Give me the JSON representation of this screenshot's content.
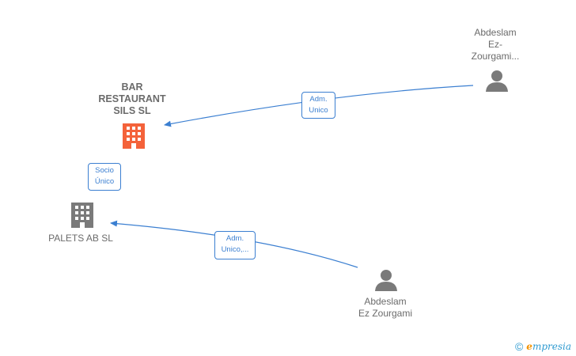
{
  "nodes": {
    "bar_restaurant": {
      "label": "BAR\nRESTAURANT\nSILS  SL",
      "type": "company",
      "color": "#f4623a"
    },
    "palets": {
      "label": "PALETS AB  SL",
      "type": "company",
      "color": "#7a7a7a"
    },
    "person_top": {
      "label": "Abdeslam\nEz-\nZourgami...",
      "type": "person",
      "color": "#7a7a7a"
    },
    "person_bottom": {
      "label": "Abdeslam\nEz Zourgami",
      "type": "person",
      "color": "#7a7a7a"
    }
  },
  "edges": {
    "top_adm": {
      "label": "Adm.\nUnico"
    },
    "socio": {
      "label": "Socio\nÚnico"
    },
    "bottom_adm": {
      "label": "Adm.\nUnico,..."
    }
  },
  "colors": {
    "edge": "#3b7fd1"
  },
  "footer": {
    "symbol": "©",
    "brand_initial": "e",
    "brand_rest": "mpresia"
  }
}
